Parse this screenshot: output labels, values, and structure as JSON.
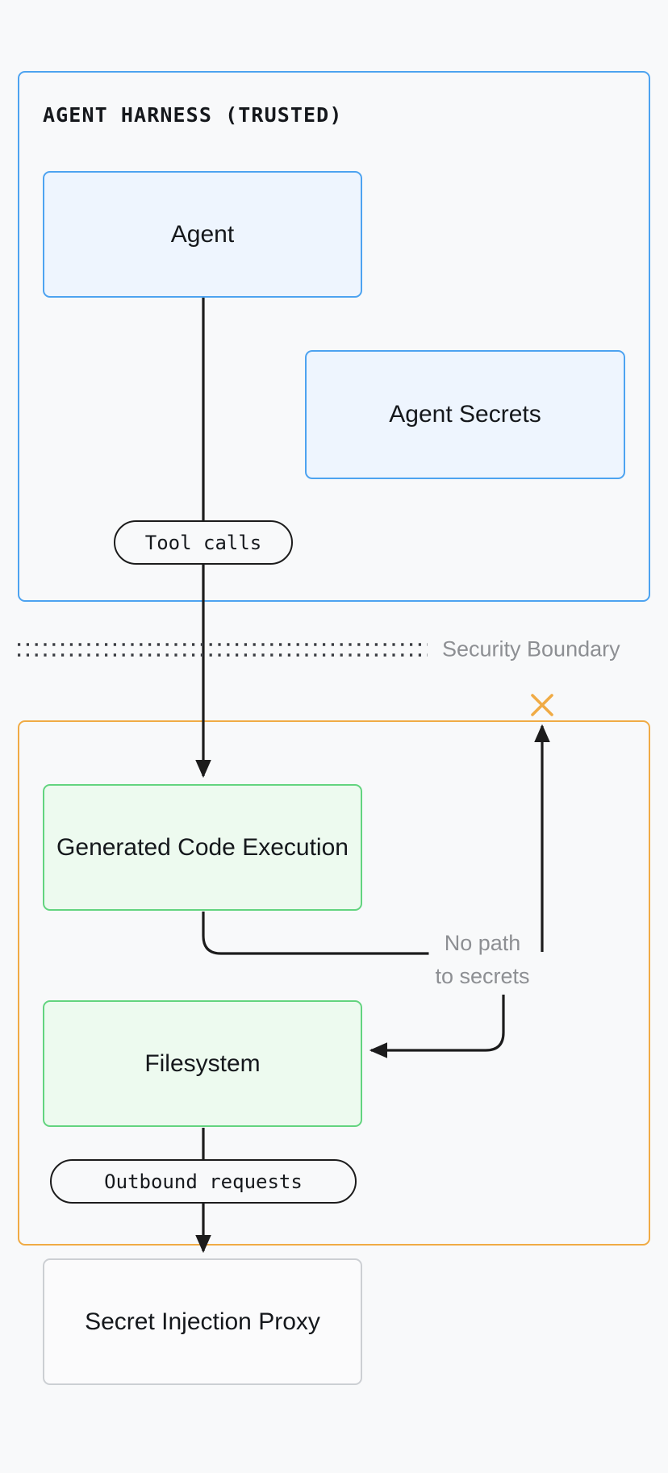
{
  "diagram": {
    "background_color": "#f8f9fa",
    "zones": [
      {
        "id": "trusted",
        "title": "AGENT HARNESS (TRUSTED)",
        "border_color": "#4da3f0"
      },
      {
        "id": "untrusted",
        "title": "",
        "border_color": "#f0ab45"
      }
    ],
    "nodes": [
      {
        "id": "agent",
        "label": "Agent",
        "style": "blue",
        "border_color": "#4da3f0",
        "fill_color": "#eef5fe"
      },
      {
        "id": "agent_secrets",
        "label": "Agent Secrets",
        "style": "blue",
        "border_color": "#4da3f0",
        "fill_color": "#eef5fe"
      },
      {
        "id": "code_exec",
        "label": "Generated Code Execution",
        "style": "green",
        "border_color": "#63d47f",
        "fill_color": "#edfaef"
      },
      {
        "id": "filesystem",
        "label": "Filesystem",
        "style": "green",
        "border_color": "#63d47f",
        "fill_color": "#edfaef"
      },
      {
        "id": "proxy",
        "label": "Secret Injection Proxy",
        "style": "gray",
        "border_color": "#cccfd3",
        "fill_color": "#fbfbfc"
      }
    ],
    "edge_labels": [
      {
        "id": "tool_calls",
        "label": "Tool calls"
      },
      {
        "id": "outbound",
        "label": "Outbound requests"
      }
    ],
    "annotations": [
      {
        "id": "security_boundary",
        "label": "Security Boundary",
        "color": "#8d8f93",
        "style": "dotted-double-line"
      },
      {
        "id": "no_path",
        "label": "No path\nto secrets",
        "line1": "No path",
        "line2": "to secrets",
        "color": "#8d8f93"
      },
      {
        "id": "blocked_mark",
        "label": "✕",
        "color": "#f0ab45"
      }
    ],
    "edges": [
      {
        "from": "agent",
        "to": "code_exec",
        "label": "Tool calls",
        "crosses_boundary": true
      },
      {
        "from": "code_exec",
        "to": "no_path",
        "label": ""
      },
      {
        "from": "no_path",
        "to": "filesystem",
        "label": ""
      },
      {
        "from": "no_path",
        "to": "blocked_mark",
        "label": ""
      },
      {
        "from": "filesystem",
        "to": "proxy",
        "label": "Outbound requests"
      }
    ]
  }
}
